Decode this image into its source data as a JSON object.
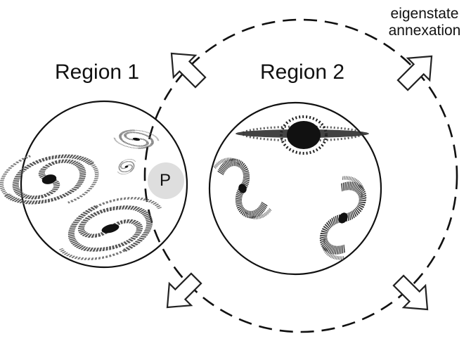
{
  "labels": {
    "region1": "Region 1",
    "region2": "Region 2",
    "point": "P",
    "annexation_line1": "eigenstate",
    "annexation_line2": "annexation"
  },
  "colors": {
    "line": "#111111",
    "point_fill": "#dedede",
    "background": "#ffffff",
    "galaxy_gray": "#555555"
  },
  "icons": {
    "arrows": [
      "outward-arrow-icon-upper-left",
      "outward-arrow-icon-upper-right",
      "outward-arrow-icon-lower-left",
      "outward-arrow-icon-lower-right"
    ],
    "galaxies": [
      "spiral-galaxy-icon",
      "edge-on-galaxy-icon"
    ]
  }
}
